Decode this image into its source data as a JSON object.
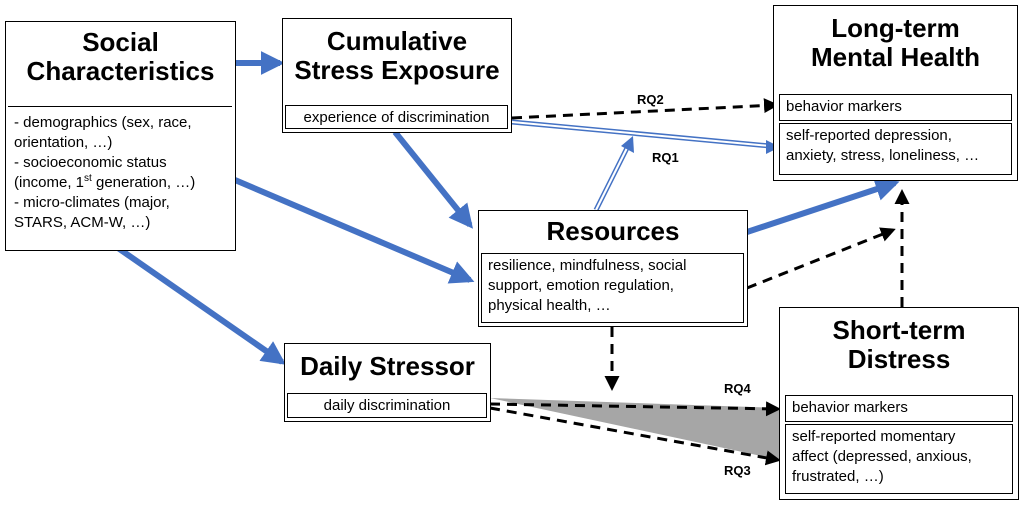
{
  "social": {
    "title": [
      "Social",
      "Characteristics"
    ],
    "items": [
      "- demographics (sex, race,",
      "orientation, …)",
      "- socioeconomic status",
      "(income, 1",
      "st",
      " generation, …)",
      "- micro-climates (major,",
      "STARS, ACM-W, …)"
    ]
  },
  "cumulative": {
    "title": [
      "Cumulative",
      "Stress Exposure"
    ],
    "detail": "experience of discrimination"
  },
  "longterm": {
    "title": [
      "Long-term",
      "Mental Health"
    ],
    "markers": "behavior markers",
    "selfreport": [
      "self-reported depression,",
      "anxiety, stress, loneliness, …"
    ]
  },
  "resources": {
    "title": "Resources",
    "items": [
      "resilience, mindfulness, social",
      "support, emotion regulation,",
      "physical health, …"
    ]
  },
  "daily": {
    "title": "Daily Stressor",
    "detail": "daily discrimination"
  },
  "shortterm": {
    "title": [
      "Short-term",
      "Distress"
    ],
    "markers": "behavior markers",
    "selfreport": [
      "self-reported momentary",
      "affect (depressed, anxious,",
      "frustrated, …)"
    ]
  },
  "research_questions": {
    "rq1": "RQ1",
    "rq2": "RQ2",
    "rq3": "RQ3",
    "rq4": "RQ4"
  },
  "colors": {
    "arrow_blue": "#4472C4",
    "dashed": "#000000",
    "shade": "#A6A6A6"
  }
}
